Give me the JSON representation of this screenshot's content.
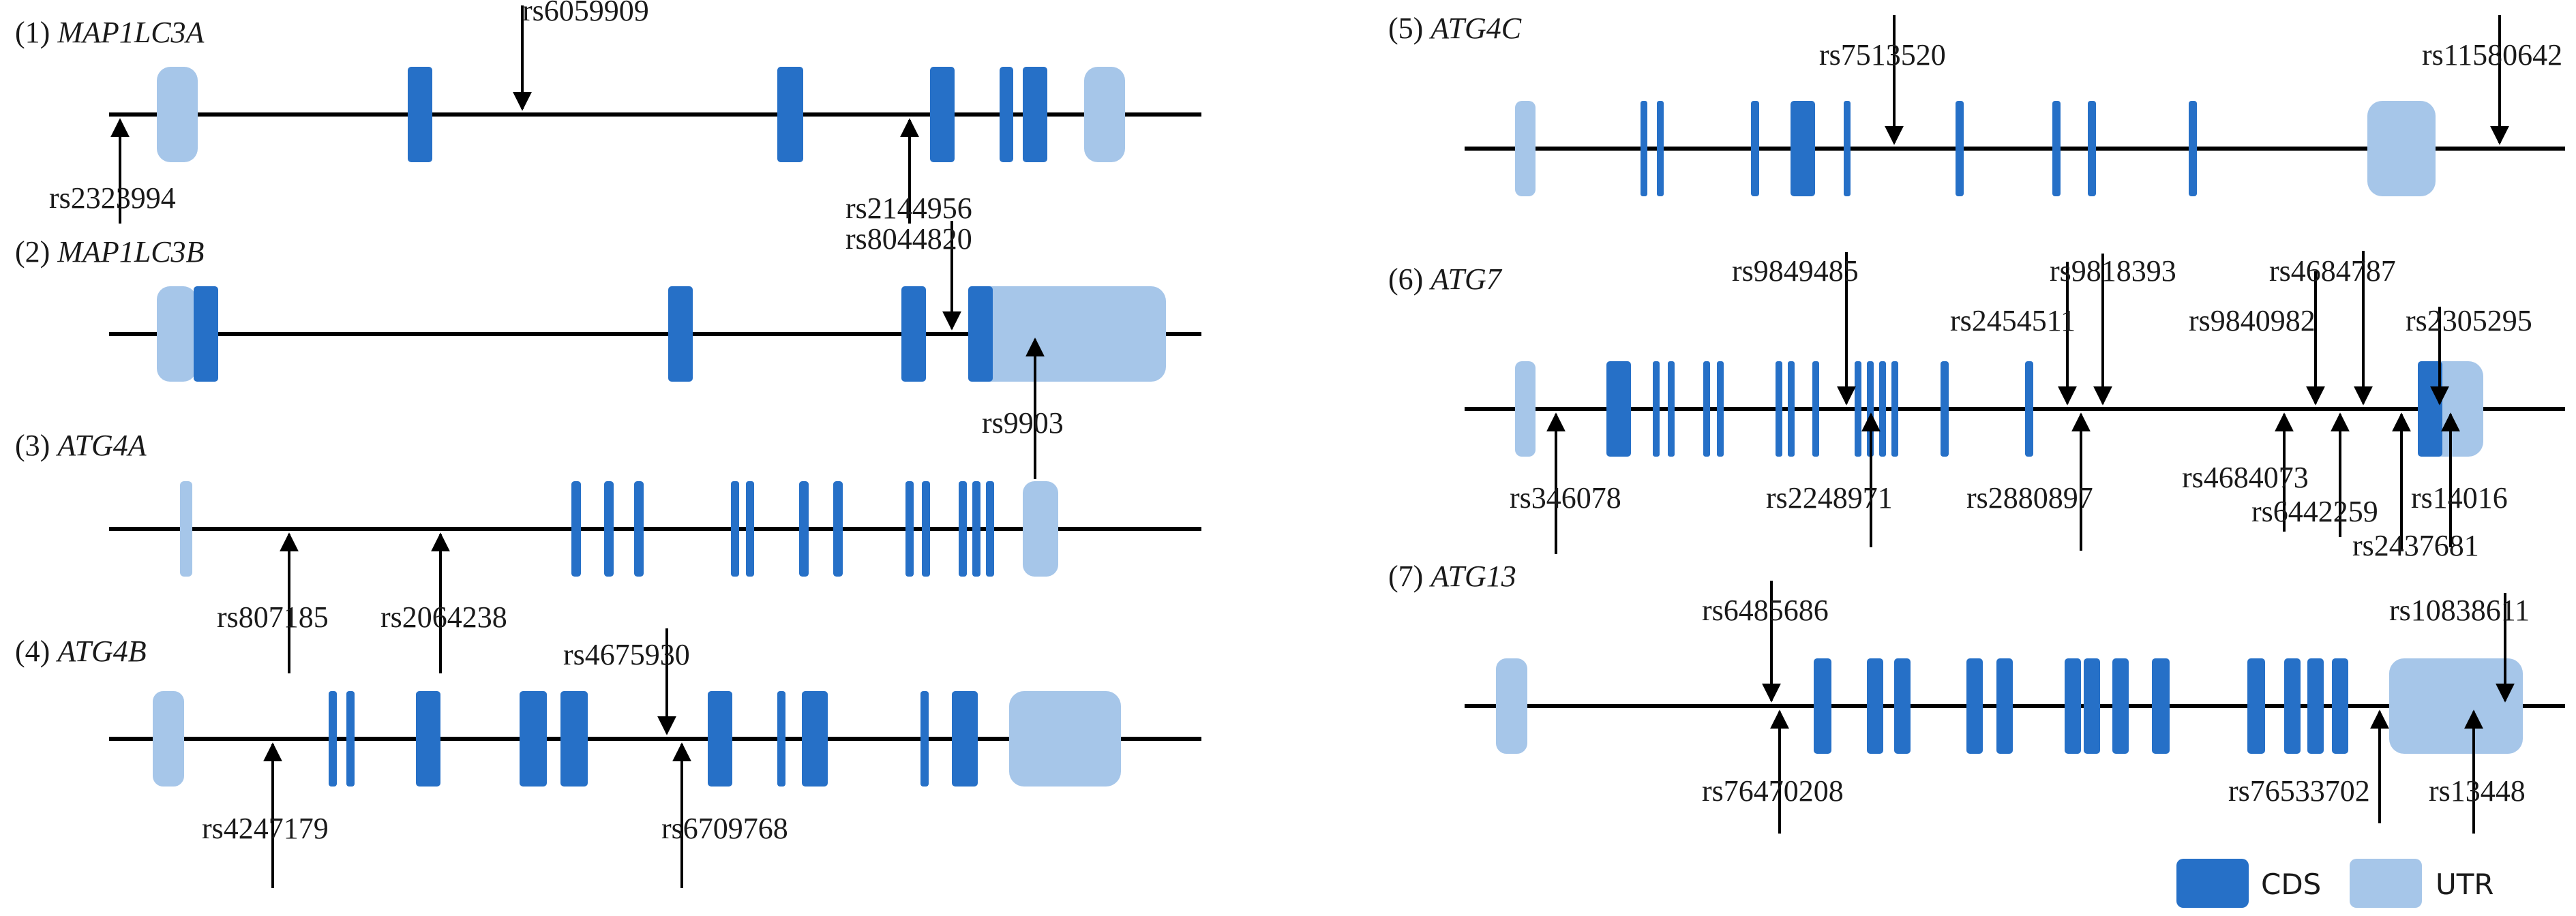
{
  "colors": {
    "cds": "#2670c7",
    "utr": "#a6c6e9",
    "line": "#000000",
    "text": "#1a1a1a"
  },
  "legend": {
    "cds_label": "CDS",
    "utr_label": "UTR"
  },
  "genes": [
    {
      "num": "(1)",
      "name": "MAP1LC3A",
      "snps": [
        {
          "id": "rs6059909",
          "side": "above"
        },
        {
          "id": "rs2323994",
          "side": "below"
        },
        {
          "id": "rs2144956",
          "side": "below"
        }
      ]
    },
    {
      "num": "(2)",
      "name": "MAP1LC3B",
      "snps": [
        {
          "id": "rs8044820",
          "side": "above"
        },
        {
          "id": "rs9903",
          "side": "below"
        }
      ]
    },
    {
      "num": "(3)",
      "name": "ATG4A",
      "snps": [
        {
          "id": "rs807185",
          "side": "below"
        },
        {
          "id": "rs2064238",
          "side": "below"
        }
      ]
    },
    {
      "num": "(4)",
      "name": "ATG4B",
      "snps": [
        {
          "id": "rs4675930",
          "side": "above"
        },
        {
          "id": "rs4247179",
          "side": "below"
        },
        {
          "id": "rs6709768",
          "side": "below"
        }
      ]
    },
    {
      "num": "(5)",
      "name": "ATG4C",
      "snps": [
        {
          "id": "rs7513520",
          "side": "above"
        },
        {
          "id": "rs11580642",
          "side": "above"
        }
      ]
    },
    {
      "num": "(6)",
      "name": "ATG7",
      "snps": [
        {
          "id": "rs9849485",
          "side": "above"
        },
        {
          "id": "rs2454511",
          "side": "above"
        },
        {
          "id": "rs9818393",
          "side": "above"
        },
        {
          "id": "rs9840982",
          "side": "above"
        },
        {
          "id": "rs4684787",
          "side": "above"
        },
        {
          "id": "rs2305295",
          "side": "above"
        },
        {
          "id": "rs346078",
          "side": "below"
        },
        {
          "id": "rs2248971",
          "side": "below"
        },
        {
          "id": "rs2880897",
          "side": "below"
        },
        {
          "id": "rs4684073",
          "side": "below"
        },
        {
          "id": "rs6442259",
          "side": "below"
        },
        {
          "id": "rs2437681",
          "side": "below"
        },
        {
          "id": "rs14016",
          "side": "below"
        }
      ]
    },
    {
      "num": "(7)",
      "name": "ATG13",
      "snps": [
        {
          "id": "rs6485686",
          "side": "above"
        },
        {
          "id": "rs10838611",
          "side": "above"
        },
        {
          "id": "rs76470208",
          "side": "below"
        },
        {
          "id": "rs76533702",
          "side": "below"
        },
        {
          "id": "rs13448",
          "side": "below"
        }
      ]
    }
  ]
}
